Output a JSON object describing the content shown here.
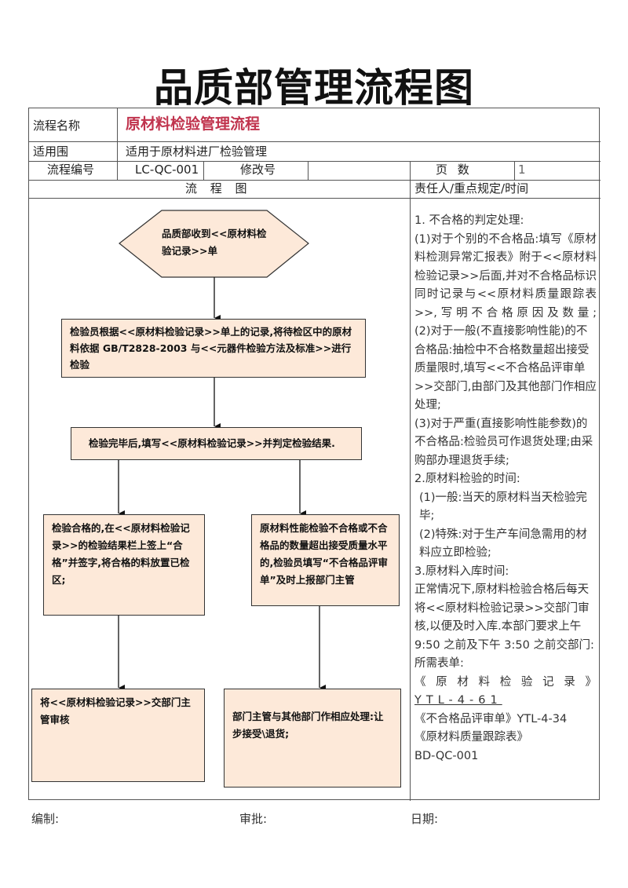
{
  "title": "品质部管理流程图",
  "header": {
    "process_name_label": "流程名称",
    "process_name_value": "原材料检验管理流程",
    "scope_label": "适用围",
    "scope_value": "适用于原材料进厂检验管理",
    "process_no_label": "流程编号",
    "process_no_value": "LC-QC-001",
    "revision_label": "修改号",
    "revision_value": "",
    "page_label": "页 数",
    "page_value": "1",
    "flow_heading": "流 程 图",
    "resp_heading": "责任人/重点规定/时间"
  },
  "flow": {
    "start": [
      "品质部收到<<原材料检",
      "验记录>>单"
    ],
    "step1": "检验员根据<<原材料检验记录>>单上的记录,将待检区中的原材料依据 GB/T2828-2003 与<<元器件检验方法及标准>>进行检验",
    "step2": "检验完毕后,填写<<原材料检验记录>>并判定检验结果.",
    "pass": "检验合格的,在<<原材料检验记录>>的检验结果栏上签上“合格”并签字,将合格的料放置已检区;",
    "fail": "原材料性能检验不合格或不合格品的数量超出接受质量水平的,检验员填写“不合格品评审单”及时上报部门主管",
    "pass_next": "将<<原材料检验记录>>交部门主管审核",
    "fail_next": "部门主管与其他部门作相应处理:让步接受\\退货;"
  },
  "notes": [
    "1.   不合格的判定处理:",
    " (1)对于个别的不合格品:填写《原材料检测异常汇报表》附于<<原材料检验记录>>后面,并对不合格品标识同时记录与<<原材料质量跟踪表>>,写明不合格原因及数量;",
    "(2)对于一般(不直接影响性能)的不合格品:抽检中不合格数量超出接受质量限时,填写<<不合格品评审单>>交部门,由部门及其他部门作相应处理;",
    "(3)对于严重(直接影响性能参数)的不合格品:检验员可作退货处理;由采购部办理退货手续;",
    "2.原材料检验的时间:",
    "  (1)一般:当天的原材料当天检验完毕;",
    "  (2)特殊:对于生产车间急需用的材料应立即检验;",
    "3.原材料入库时间:",
    "  正常情况下,原材料检验合格后每天将<<原材料检验记录>>交部门审核,以便及时入库.本部门要求上午 9:50 之前及下午 3:50 之前交部门:",
    "所需表单:",
    "《原材料检验记录》",
    "YTL-4-61",
    "《不合格品评审单》YTL-4-34",
    "《原材料质量跟踪表》",
    "BD-QC-001"
  ],
  "footer": {
    "compiled": "编制:",
    "approved": "审批:",
    "date": "日期:"
  }
}
